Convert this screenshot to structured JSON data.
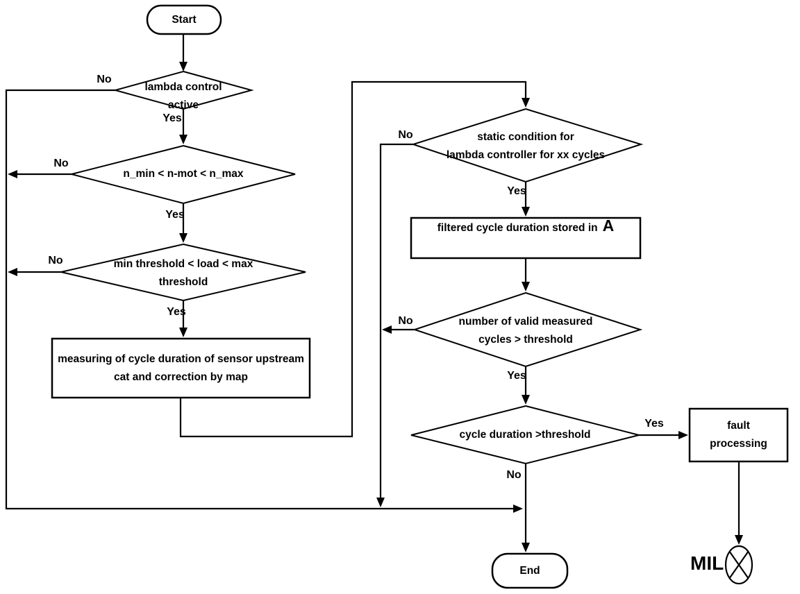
{
  "colors": {
    "line": "#000000",
    "background": "#ffffff",
    "text": "#000000"
  },
  "flowchart": {
    "start": {
      "label": "Start"
    },
    "decision_lambda_active": {
      "line1": "lambda control",
      "line2": "active",
      "yes": "Yes",
      "no": "No"
    },
    "decision_speed": {
      "line1": "n_min < n-mot < n_max",
      "yes": "Yes",
      "no": "No"
    },
    "decision_load": {
      "line1": "min threshold < load < max",
      "line2": "threshold",
      "yes": "Yes",
      "no": "No"
    },
    "process_measuring": {
      "line1": "measuring of cycle duration of sensor upstream",
      "line2": "cat and correction by map"
    },
    "decision_static": {
      "line1": "static condition for",
      "line2": "lambda controller for xx cycles",
      "yes": "Yes",
      "no": "No"
    },
    "process_filtered": {
      "text": "filtered cycle duration stored in",
      "emphasis": "A"
    },
    "decision_valid_cycles": {
      "line1": "number of valid measured",
      "line2": "cycles > threshold",
      "yes": "Yes",
      "no": "No"
    },
    "decision_cycle_duration": {
      "line1": "cycle duration  >threshold",
      "yes": "Yes",
      "no": "No"
    },
    "process_fault": {
      "line1": "fault",
      "line2": "processing"
    },
    "end": {
      "label": "End"
    },
    "mil": {
      "label": "MIL"
    }
  }
}
